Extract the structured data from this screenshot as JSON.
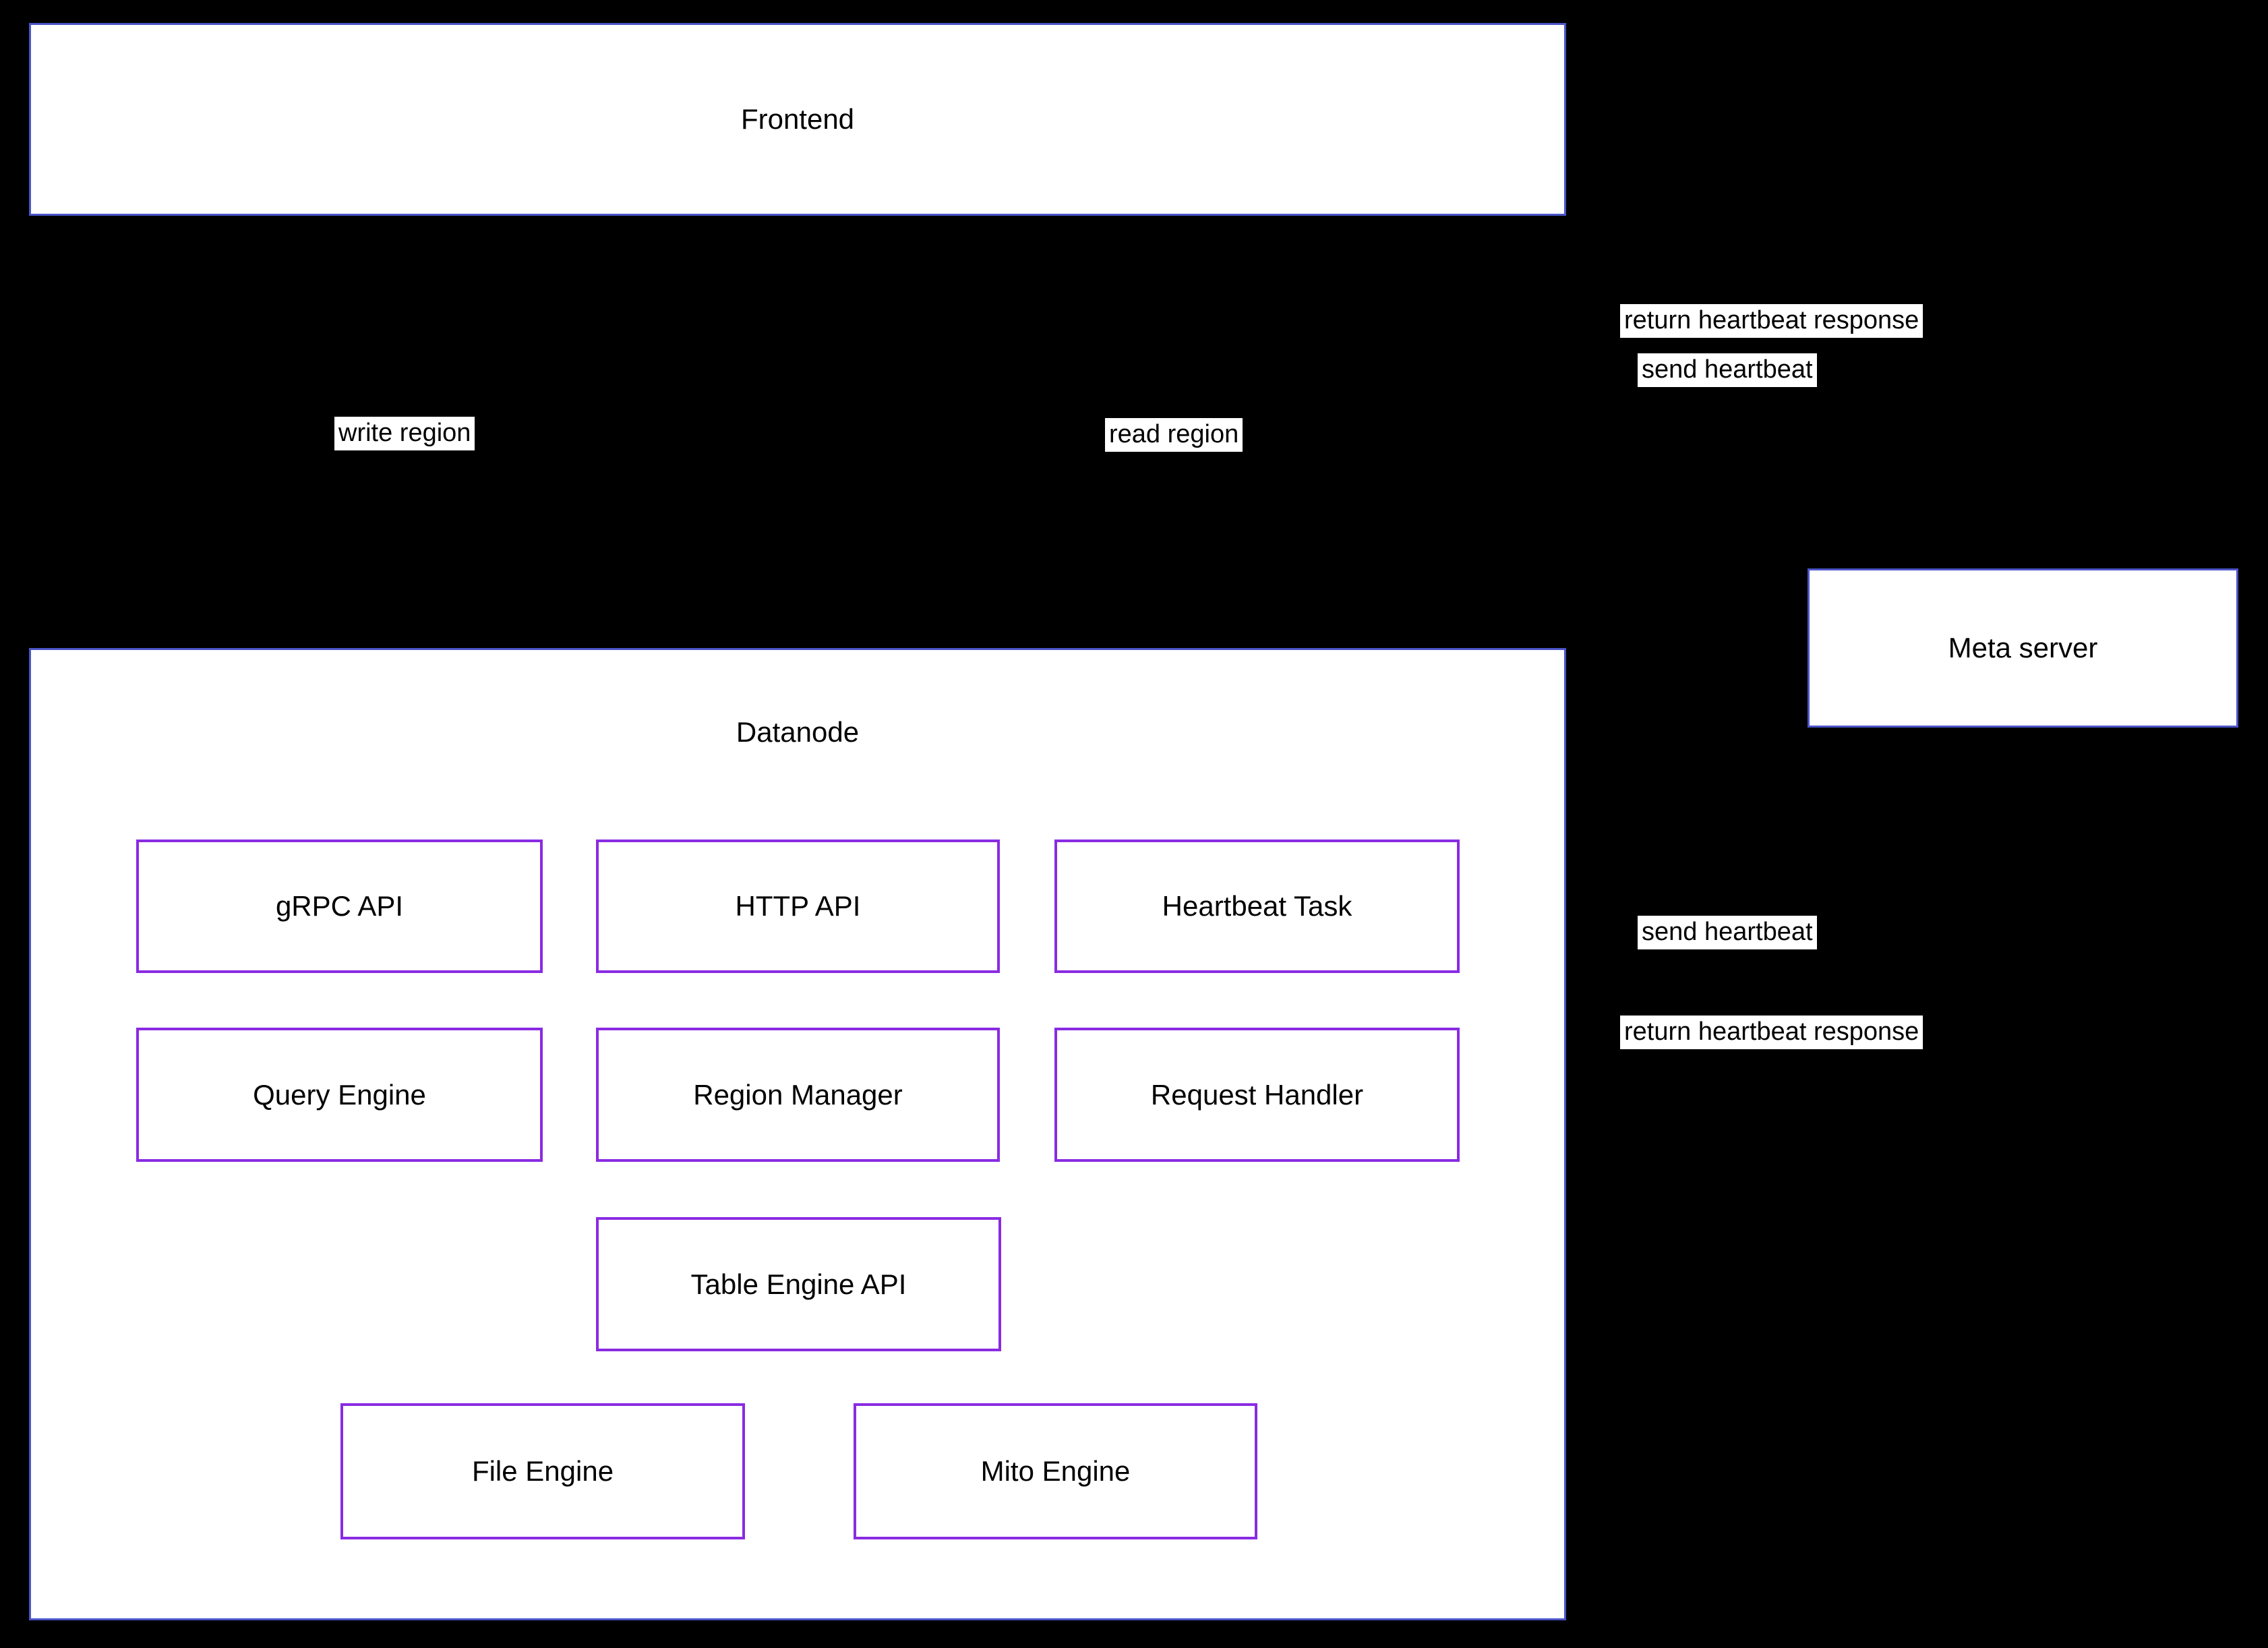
{
  "diagram": {
    "nodes": {
      "frontend": {
        "label": "Frontend"
      },
      "datanode": {
        "label": "Datanode"
      },
      "meta_server": {
        "label": "Meta server"
      }
    },
    "datanode_components": [
      {
        "label": "gRPC API"
      },
      {
        "label": "HTTP API"
      },
      {
        "label": "Heartbeat Task"
      },
      {
        "label": "Query Engine"
      },
      {
        "label": "Region Manager"
      },
      {
        "label": "Request Handler"
      },
      {
        "label": "Table Engine API"
      },
      {
        "label": "File Engine"
      },
      {
        "label": "Mito Engine"
      }
    ],
    "edge_labels": {
      "return_heartbeat_top": "return heartbeat response",
      "send_heartbeat_top": "send heartbeat",
      "write_region": "write region",
      "read_region": "read region",
      "send_heartbeat_right": "send heartbeat",
      "return_heartbeat_right": "return heartbeat response"
    },
    "colors": {
      "background": "#000000",
      "node_border": "#4a55c8",
      "component_border": "#8a2be2",
      "node_fill": "#ffffff",
      "label_background": "#ffffff",
      "text": "#000000"
    }
  }
}
